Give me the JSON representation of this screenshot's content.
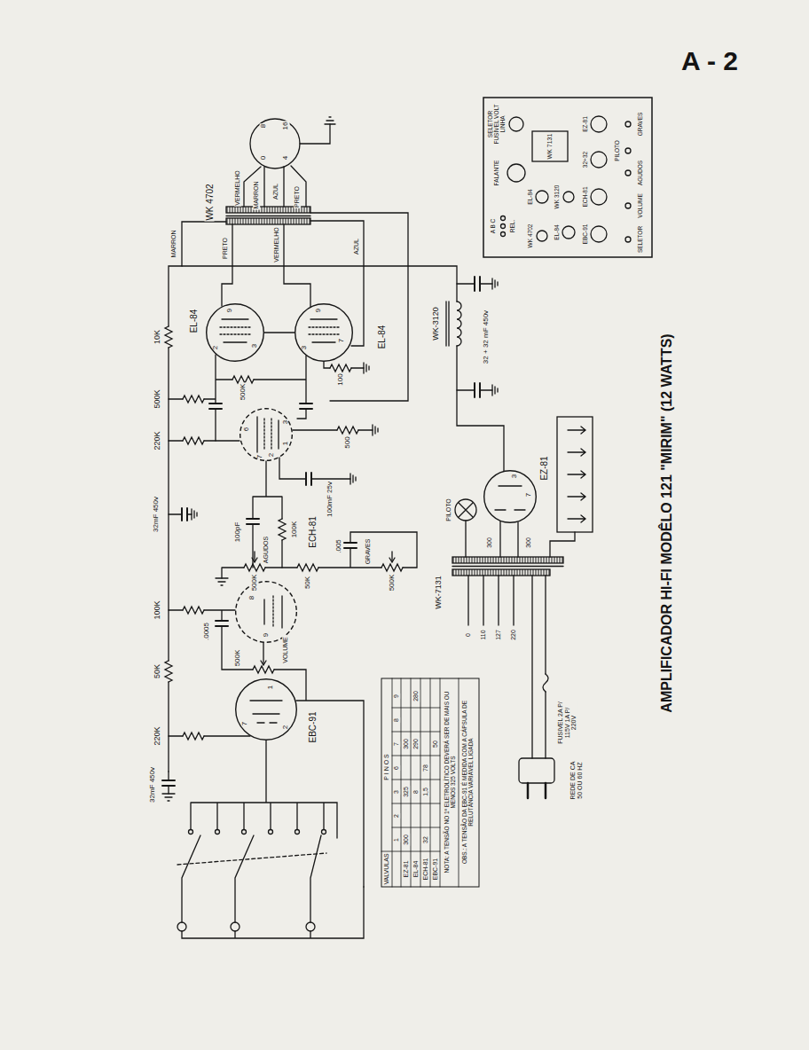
{
  "diagram": {
    "title": "AMPLIFICADOR HI-FI MODÊLO 121 \"MIRIM\" (12 WATTS)",
    "nodes": [
      {
        "text": [
          "9",
          "2",
          "3"
        ]
      },
      {
        "text": [
          "9",
          "3",
          "7"
        ]
      },
      {
        "text": [
          "6",
          "3",
          "1",
          "7",
          "2"
        ]
      },
      {
        "text": [
          "8",
          "9"
        ]
      },
      {
        "text": [
          "1",
          "7",
          "2"
        ]
      },
      {
        "text": [
          "3",
          "7"
        ]
      }
    ],
    "edges": [
      {
        "from": 0,
        "to": 1,
        "arrow": "none"
      }
    ],
    "labels": [
      "A - 2",
      "WK 4702",
      "VERMELHO",
      "MARRON",
      "AZUL",
      "PRETO",
      "8",
      "16",
      "4",
      "0",
      "MARRON",
      "PRETO",
      "VERMELHO",
      "AZUL",
      "10K",
      "EL-84",
      "EL-84",
      "500K",
      "100",
      "500K",
      "220K",
      "ECH-81",
      "500",
      "100mF 25v",
      "32mF 450v",
      "100pF",
      "100K",
      ".005",
      "GRAVES",
      "500K",
      "50K",
      "500K",
      "AGUDOS",
      "100K",
      ".0005",
      "VOLUME",
      "500K",
      "50K",
      "220K",
      "32mF 450v",
      "EBC-91",
      "WK-3120",
      "32 + 32 mF 450v",
      "EZ-81",
      "WK-7131",
      "PILOTO",
      "300",
      "300",
      "0",
      "110",
      "127",
      "220",
      "FUSIVEL 2A P/ 115V 1A P/ 220V",
      "REDE DE CA 50 OU 60 HZ",
      "VALVULAS",
      "P I N O S",
      "1",
      "2",
      "3",
      "6",
      "7",
      "8",
      "9",
      "EZ-81",
      "300",
      "325",
      "300",
      "EL-84",
      "8",
      "290",
      "280",
      "ECH-81",
      "32",
      "1,5",
      "78",
      "EBC-91",
      "50",
      "NOTA: A TENSÃO NO 1º ELETROLÍTICO DEVERÁ SER DE MAIS OU MENOS 325 VOLTS",
      "OBS.: A TENSÃO DA EBC-91 É MEDIDA COM A CÁPSULA DE RELUTÂNCIA VARIÁVEL LIGADA",
      "SELETOR FUSÍVEL VOLT LINHA",
      "FALANTE",
      "A B C",
      "REL.",
      "WK 7131",
      "EL-84",
      "WK 4702",
      "WK 3120",
      "EL-84",
      "EZ-81",
      "32+32",
      "ECH-81",
      "EBC-91",
      "GRAVES",
      "PILOTO",
      "AGUDOS",
      "VOLUME",
      "SELETOR"
    ]
  }
}
